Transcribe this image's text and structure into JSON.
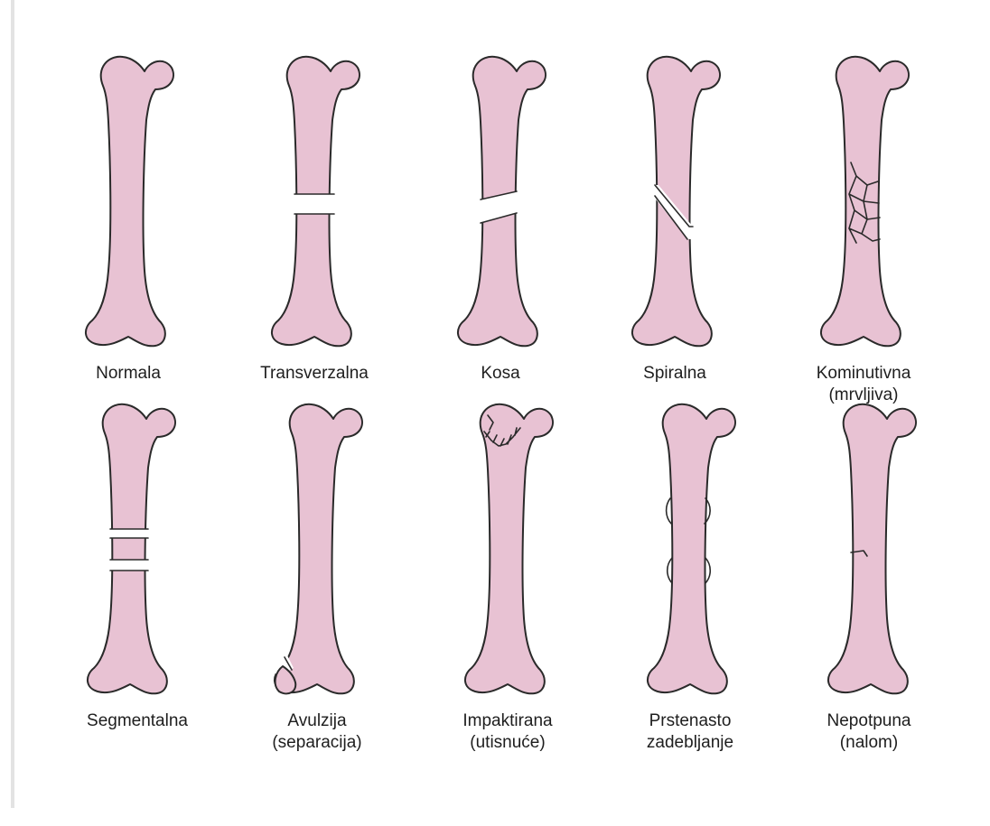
{
  "colors": {
    "bone": "#e8c2d3",
    "outline": "#2a2a2a",
    "text": "#1e1e1e"
  },
  "rows": [
    {
      "items": [
        {
          "id": "normala",
          "lines": [
            "Normala"
          ]
        },
        {
          "id": "transverzalna",
          "lines": [
            "Transverzalna"
          ]
        },
        {
          "id": "kosa",
          "lines": [
            "Kosa"
          ]
        },
        {
          "id": "spiralna",
          "lines": [
            "Spiralna"
          ]
        },
        {
          "id": "kominutivna",
          "lines": [
            "Kominutivna",
            "(mrvljiva)"
          ]
        }
      ]
    },
    {
      "items": [
        {
          "id": "segmentalna",
          "lines": [
            "Segmentalna"
          ]
        },
        {
          "id": "avulzija",
          "lines": [
            "Avulzija",
            "(separacija)"
          ]
        },
        {
          "id": "impaktirana",
          "lines": [
            "Impaktirana",
            "(utisnuće)"
          ]
        },
        {
          "id": "prstenasto",
          "lines": [
            "Prstenasto",
            "zadebljanje"
          ]
        },
        {
          "id": "nepotpuna",
          "lines": [
            "Nepotpuna",
            "(nalom)"
          ]
        }
      ]
    }
  ]
}
